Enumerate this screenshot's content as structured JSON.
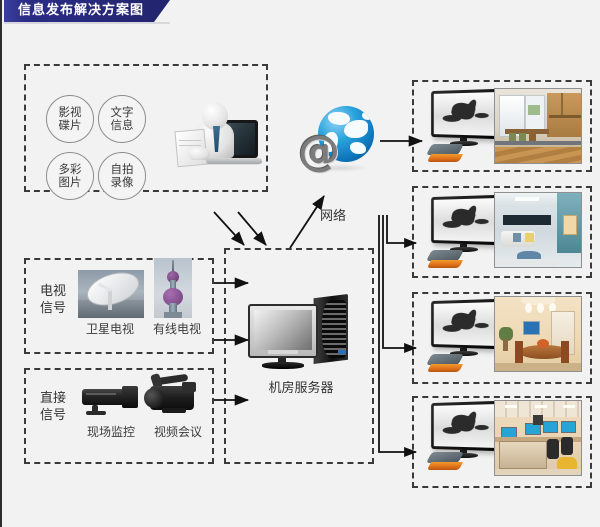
{
  "page": {
    "title": "信息发布解决方案图",
    "background_color": "#f2f2f2",
    "banner_color": "#2b2d86",
    "banner_text_color": "#ffffff"
  },
  "sources": {
    "content_box": {
      "name": "content-sources",
      "circles": [
        {
          "label": "影视\n碟片",
          "name": "circle-video-disc"
        },
        {
          "label": "文字\n信息",
          "name": "circle-text-info"
        },
        {
          "label": "多彩\n图片",
          "name": "circle-color-pictures"
        },
        {
          "label": "自拍\n录像",
          "name": "circle-self-recording"
        }
      ],
      "actor": {
        "name": "person-with-laptop",
        "icon": "person-laptop-icon"
      }
    },
    "tv_box": {
      "name": "tv-signal-group",
      "group_label": "电视\n信号",
      "items": [
        {
          "label": "卫星电视",
          "name": "satellite-tv",
          "icon": "satellite-dish-icon"
        },
        {
          "label": "有线电视",
          "name": "cable-tv",
          "icon": "tv-tower-icon"
        }
      ]
    },
    "direct_box": {
      "name": "direct-signal-group",
      "group_label": "直接\n信号",
      "items": [
        {
          "label": "现场监控",
          "name": "on-site-monitoring",
          "icon": "security-camera-icon"
        },
        {
          "label": "视频会议",
          "name": "video-conference",
          "icon": "camcorder-icon"
        }
      ]
    }
  },
  "core": {
    "server": {
      "label": "机房服务器",
      "name": "server-room-server",
      "icon": "server-computer-icon"
    },
    "network": {
      "label": "网络",
      "name": "network-cloud",
      "icon": "globe-at-icon"
    }
  },
  "endpoints": [
    {
      "name": "endpoint-panel-1",
      "tv": {
        "name": "display-tv-1",
        "icon": "flat-tv-icon"
      },
      "player": {
        "name": "media-player-box-1",
        "icon": "set-top-box-icon"
      },
      "photo": {
        "name": "venue-photo-kitchen-dining",
        "scene": "kitchen-dining-room"
      }
    },
    {
      "name": "endpoint-panel-2",
      "tv": {
        "name": "display-tv-2",
        "icon": "flat-tv-icon"
      },
      "player": {
        "name": "media-player-box-2",
        "icon": "set-top-box-icon"
      },
      "photo": {
        "name": "venue-photo-living-room",
        "scene": "modern-living-room"
      }
    },
    {
      "name": "endpoint-panel-3",
      "tv": {
        "name": "display-tv-3",
        "icon": "flat-tv-icon"
      },
      "player": {
        "name": "media-player-box-3",
        "icon": "set-top-box-icon"
      },
      "photo": {
        "name": "venue-photo-dining-room",
        "scene": "warm-dining-room"
      }
    },
    {
      "name": "endpoint-panel-4",
      "tv": {
        "name": "display-tv-4",
        "icon": "flat-tv-icon"
      },
      "player": {
        "name": "media-player-box-4",
        "icon": "set-top-box-icon"
      },
      "photo": {
        "name": "venue-photo-office",
        "scene": "office-computer-room"
      }
    }
  ]
}
